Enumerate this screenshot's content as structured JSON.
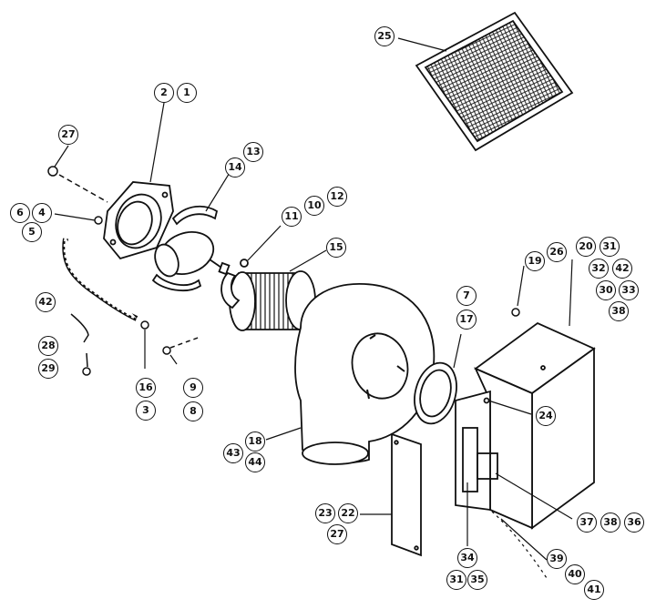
{
  "callouts": [
    {
      "id": "c-25a",
      "text": "25"
    },
    {
      "id": "c-2",
      "text": "2"
    },
    {
      "id": "c-1",
      "text": "1"
    },
    {
      "id": "c-27a",
      "text": "27"
    },
    {
      "id": "c-13",
      "text": "13"
    },
    {
      "id": "c-14",
      "text": "14"
    },
    {
      "id": "c-6",
      "text": "6"
    },
    {
      "id": "c-4",
      "text": "4"
    },
    {
      "id": "c-5",
      "text": "5"
    },
    {
      "id": "c-11",
      "text": "11"
    },
    {
      "id": "c-10",
      "text": "10"
    },
    {
      "id": "c-12",
      "text": "12"
    },
    {
      "id": "c-15",
      "text": "15"
    },
    {
      "id": "c-19",
      "text": "19"
    },
    {
      "id": "c-26",
      "text": "26"
    },
    {
      "id": "c-20",
      "text": "20"
    },
    {
      "id": "c-31a",
      "text": "31"
    },
    {
      "id": "c-32",
      "text": "32"
    },
    {
      "id": "c-42a",
      "text": "42"
    },
    {
      "id": "c-30",
      "text": "30"
    },
    {
      "id": "c-33",
      "text": "33"
    },
    {
      "id": "c-38a",
      "text": "38"
    },
    {
      "id": "c-42b",
      "text": "42"
    },
    {
      "id": "c-7",
      "text": "7"
    },
    {
      "id": "c-17",
      "text": "17"
    },
    {
      "id": "c-28",
      "text": "28"
    },
    {
      "id": "c-29",
      "text": "29"
    },
    {
      "id": "c-16",
      "text": "16"
    },
    {
      "id": "c-3",
      "text": "3"
    },
    {
      "id": "c-9",
      "text": "9"
    },
    {
      "id": "c-8",
      "text": "8"
    },
    {
      "id": "c-24",
      "text": "24"
    },
    {
      "id": "c-18",
      "text": "18"
    },
    {
      "id": "c-43",
      "text": "43"
    },
    {
      "id": "c-44",
      "text": "44"
    },
    {
      "id": "c-23",
      "text": "23"
    },
    {
      "id": "c-22",
      "text": "22"
    },
    {
      "id": "c-27b",
      "text": "27"
    },
    {
      "id": "c-37",
      "text": "37"
    },
    {
      "id": "c-38b",
      "text": "38"
    },
    {
      "id": "c-36",
      "text": "36"
    },
    {
      "id": "c-39",
      "text": "39"
    },
    {
      "id": "c-40",
      "text": "40"
    },
    {
      "id": "c-41",
      "text": "41"
    },
    {
      "id": "c-34",
      "text": "34"
    },
    {
      "id": "c-31b",
      "text": "31"
    },
    {
      "id": "c-35",
      "text": "35"
    }
  ]
}
